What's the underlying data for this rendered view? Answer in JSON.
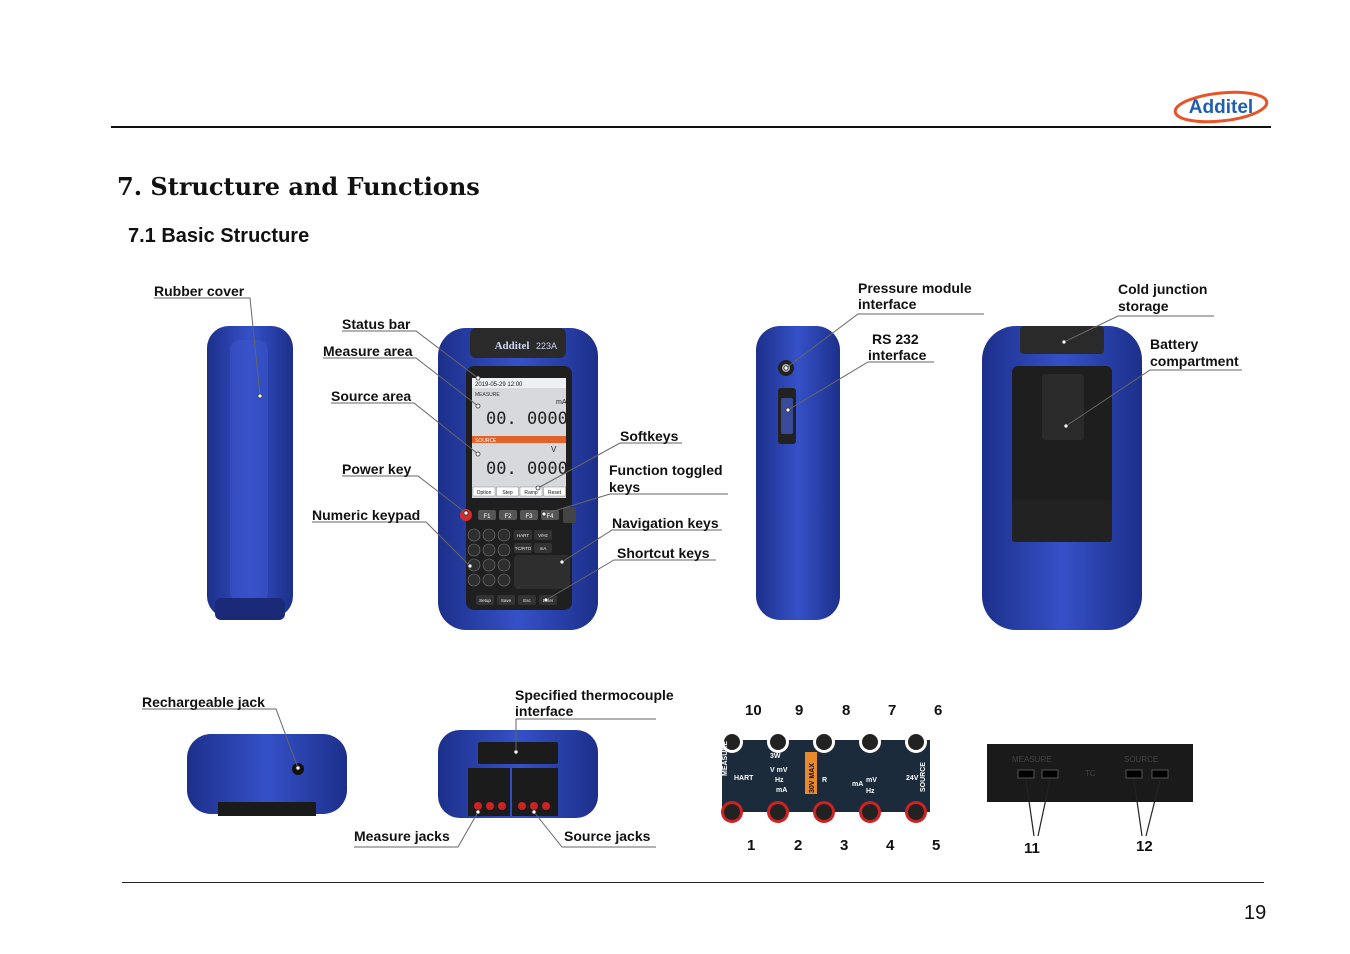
{
  "header": {
    "logo_text": "Additel"
  },
  "section": {
    "title": "7. Structure and Functions",
    "subtitle": "7.1 Basic Structure"
  },
  "device": {
    "brand": "Additel",
    "model": "223A"
  },
  "screen": {
    "status": "2019-05-29  12:00",
    "measure_label": "MEASURE",
    "measure_unit": "mA",
    "measure_value": "00. 0000",
    "source_label": "SOURCE",
    "source_unit": "V",
    "source_value": "00. 0000",
    "softkeys": [
      "Option",
      "Step",
      "Ramp",
      "Reset"
    ]
  },
  "keys": {
    "f": [
      "F1",
      "F2",
      "F3",
      "F4"
    ],
    "func": [
      "HART",
      "V/Hz",
      "TC/RTD",
      "mA"
    ],
    "bottom": [
      "Setup",
      "Save",
      "Esc",
      "Enter"
    ]
  },
  "callouts": {
    "rubber_cover": "Rubber cover",
    "status_bar": "Status bar",
    "measure_area": "Measure area",
    "source_area": "Source area",
    "power_key": "Power key",
    "numeric_keypad": "Numeric keypad",
    "softkeys": "Softkeys",
    "function_toggled_1": "Function toggled",
    "function_toggled_2": "keys",
    "navigation_keys": "Navigation keys",
    "shortcut_keys": "Shortcut keys",
    "pressure_module_1": "Pressure module",
    "pressure_module_2": "interface",
    "rs232_1": "RS 232",
    "rs232_2": "interface",
    "cold_junction_1": "Cold junction",
    "cold_junction_2": "storage",
    "battery_1": "Battery",
    "battery_2": "compartment",
    "rechargeable_jack": "Rechargeable jack",
    "thermocouple_1": "Specified thermocouple",
    "thermocouple_2": "interface",
    "measure_jacks": "Measure jacks",
    "source_jacks": "Source jacks"
  },
  "jack_panel": {
    "top_numbers": [
      "10",
      "9",
      "8",
      "7",
      "6"
    ],
    "bottom_numbers": [
      "1",
      "2",
      "3",
      "4",
      "5"
    ],
    "measure_side": "MEASURE",
    "source_side": "SOURCE",
    "labels": [
      "HART",
      "3W",
      "V mV",
      "Hz",
      "mA",
      "R",
      "mV",
      "Hz",
      "24V",
      "mA"
    ],
    "warning": "30V MAX"
  },
  "tc_panel": {
    "numbers": [
      "11",
      "12"
    ],
    "labels": [
      "MEASURE",
      "SOURCE",
      "TC"
    ]
  },
  "footer": {
    "page_number": "19"
  },
  "colors": {
    "device_blue": "#2b45b6",
    "rule": "#111111",
    "accent_red": "#d12b2b",
    "logo_orange": "#e8542a"
  }
}
